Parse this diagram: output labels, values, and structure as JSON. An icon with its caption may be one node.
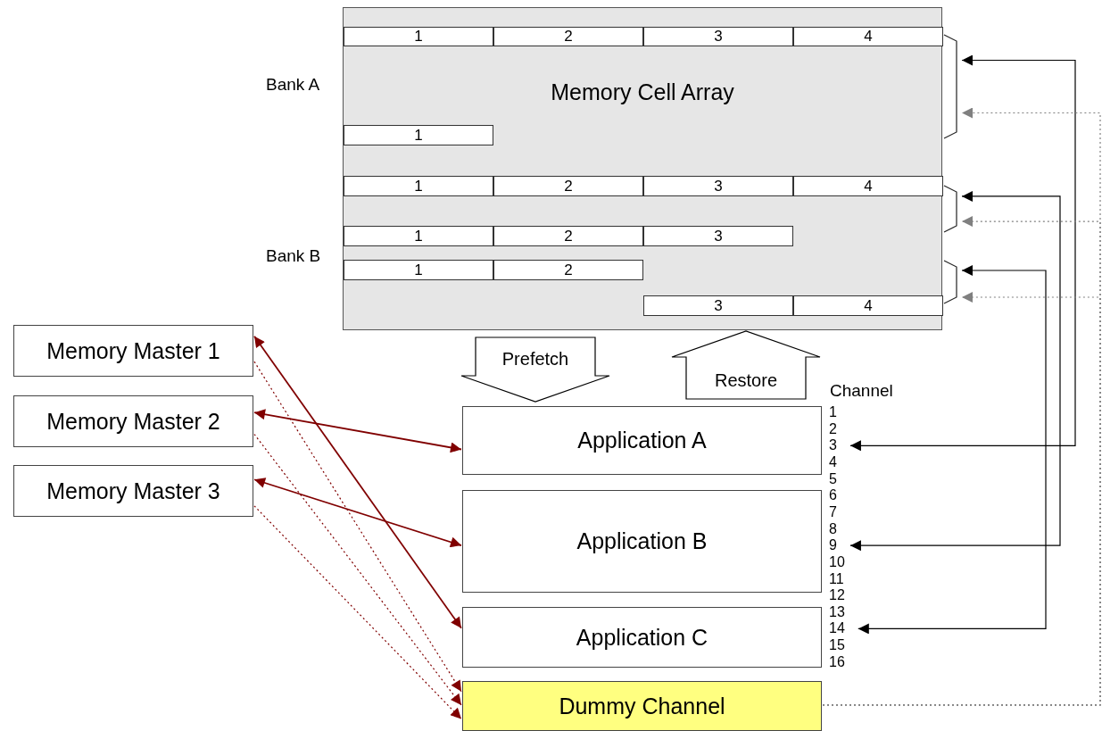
{
  "diagram": {
    "nodes": [
      {
        "text": [
          "Memory Cell Array"
        ]
      },
      {
        "text": [
          "1"
        ],
        "in": 0
      },
      {
        "text": [
          "2"
        ],
        "in": 0
      },
      {
        "text": [
          "3"
        ],
        "in": 0
      },
      {
        "text": [
          "4"
        ],
        "in": 0
      },
      {
        "text": [
          "1"
        ],
        "in": 0
      },
      {
        "text": [
          "1"
        ],
        "in": 0
      },
      {
        "text": [
          "2"
        ],
        "in": 0
      },
      {
        "text": [
          "3"
        ],
        "in": 0
      },
      {
        "text": [
          "4"
        ],
        "in": 0
      },
      {
        "text": [
          "1"
        ],
        "in": 0
      },
      {
        "text": [
          "2"
        ],
        "in": 0
      },
      {
        "text": [
          "3"
        ],
        "in": 0
      },
      {
        "text": [
          "1"
        ],
        "in": 0
      },
      {
        "text": [
          "2"
        ],
        "in": 0
      },
      {
        "text": [
          "3"
        ],
        "in": 0
      },
      {
        "text": [
          "4"
        ],
        "in": 0
      },
      {
        "text": [],
        "shape": "bracket"
      },
      {
        "text": [],
        "shape": "bracket"
      },
      {
        "text": [],
        "shape": "bracket"
      },
      {
        "text": [
          "Memory Master 1"
        ]
      },
      {
        "text": [
          "Memory Master 2"
        ]
      },
      {
        "text": [
          "Memory Master 3"
        ]
      },
      {
        "text": [
          "Application A"
        ]
      },
      {
        "text": [
          "Application B"
        ]
      },
      {
        "text": [
          "Application C"
        ]
      },
      {
        "text": [
          "Dummy Channel"
        ]
      },
      {
        "text": [
          "1"
        ]
      },
      {
        "text": [
          "2"
        ]
      },
      {
        "text": [
          "3"
        ]
      },
      {
        "text": [
          "4"
        ]
      },
      {
        "text": [
          "5"
        ]
      },
      {
        "text": [
          "6"
        ]
      },
      {
        "text": [
          "7"
        ]
      },
      {
        "text": [
          "8"
        ]
      },
      {
        "text": [
          "9"
        ]
      },
      {
        "text": [
          "10"
        ]
      },
      {
        "text": [
          "11"
        ]
      },
      {
        "text": [
          "12"
        ]
      },
      {
        "text": [
          "13"
        ]
      },
      {
        "text": [
          "14"
        ]
      },
      {
        "text": [
          "15"
        ]
      },
      {
        "text": [
          "16"
        ]
      }
    ],
    "edges": [
      {
        "from": 20,
        "to": 25,
        "arrow": "both",
        "color": "#800000"
      },
      {
        "from": 21,
        "to": 23,
        "arrow": "both",
        "color": "#800000"
      },
      {
        "from": 22,
        "to": 24,
        "arrow": "both",
        "color": "#800000"
      },
      {
        "from": 20,
        "to": 26,
        "arrow": "to",
        "style": "dashed",
        "color": "#800000"
      },
      {
        "from": 21,
        "to": 26,
        "arrow": "to",
        "style": "dashed",
        "color": "#800000"
      },
      {
        "from": 22,
        "to": 26,
        "arrow": "to",
        "style": "dashed",
        "color": "#800000"
      },
      {
        "from": 29,
        "to": 17,
        "arrow": "both",
        "color": "#000000"
      },
      {
        "from": 35,
        "to": 18,
        "arrow": "both",
        "color": "#000000"
      },
      {
        "from": 40,
        "to": 19,
        "arrow": "both",
        "color": "#000000"
      },
      {
        "from": 26,
        "to": 17,
        "arrow": "to",
        "style": "dashed",
        "color": "#808080"
      },
      {
        "from": 26,
        "to": 18,
        "arrow": "to",
        "style": "dashed",
        "color": "#808080"
      },
      {
        "from": 26,
        "to": 19,
        "arrow": "to",
        "style": "dashed",
        "color": "#808080"
      },
      {
        "from": 0,
        "to": 23,
        "arrow": "to",
        "label": "Prefetch",
        "color": "#000000"
      },
      {
        "from": 23,
        "to": 0,
        "arrow": "to",
        "label": "Restore",
        "color": "#000000"
      }
    ],
    "labels": [
      "Bank A",
      "Bank B",
      "Channel"
    ]
  }
}
